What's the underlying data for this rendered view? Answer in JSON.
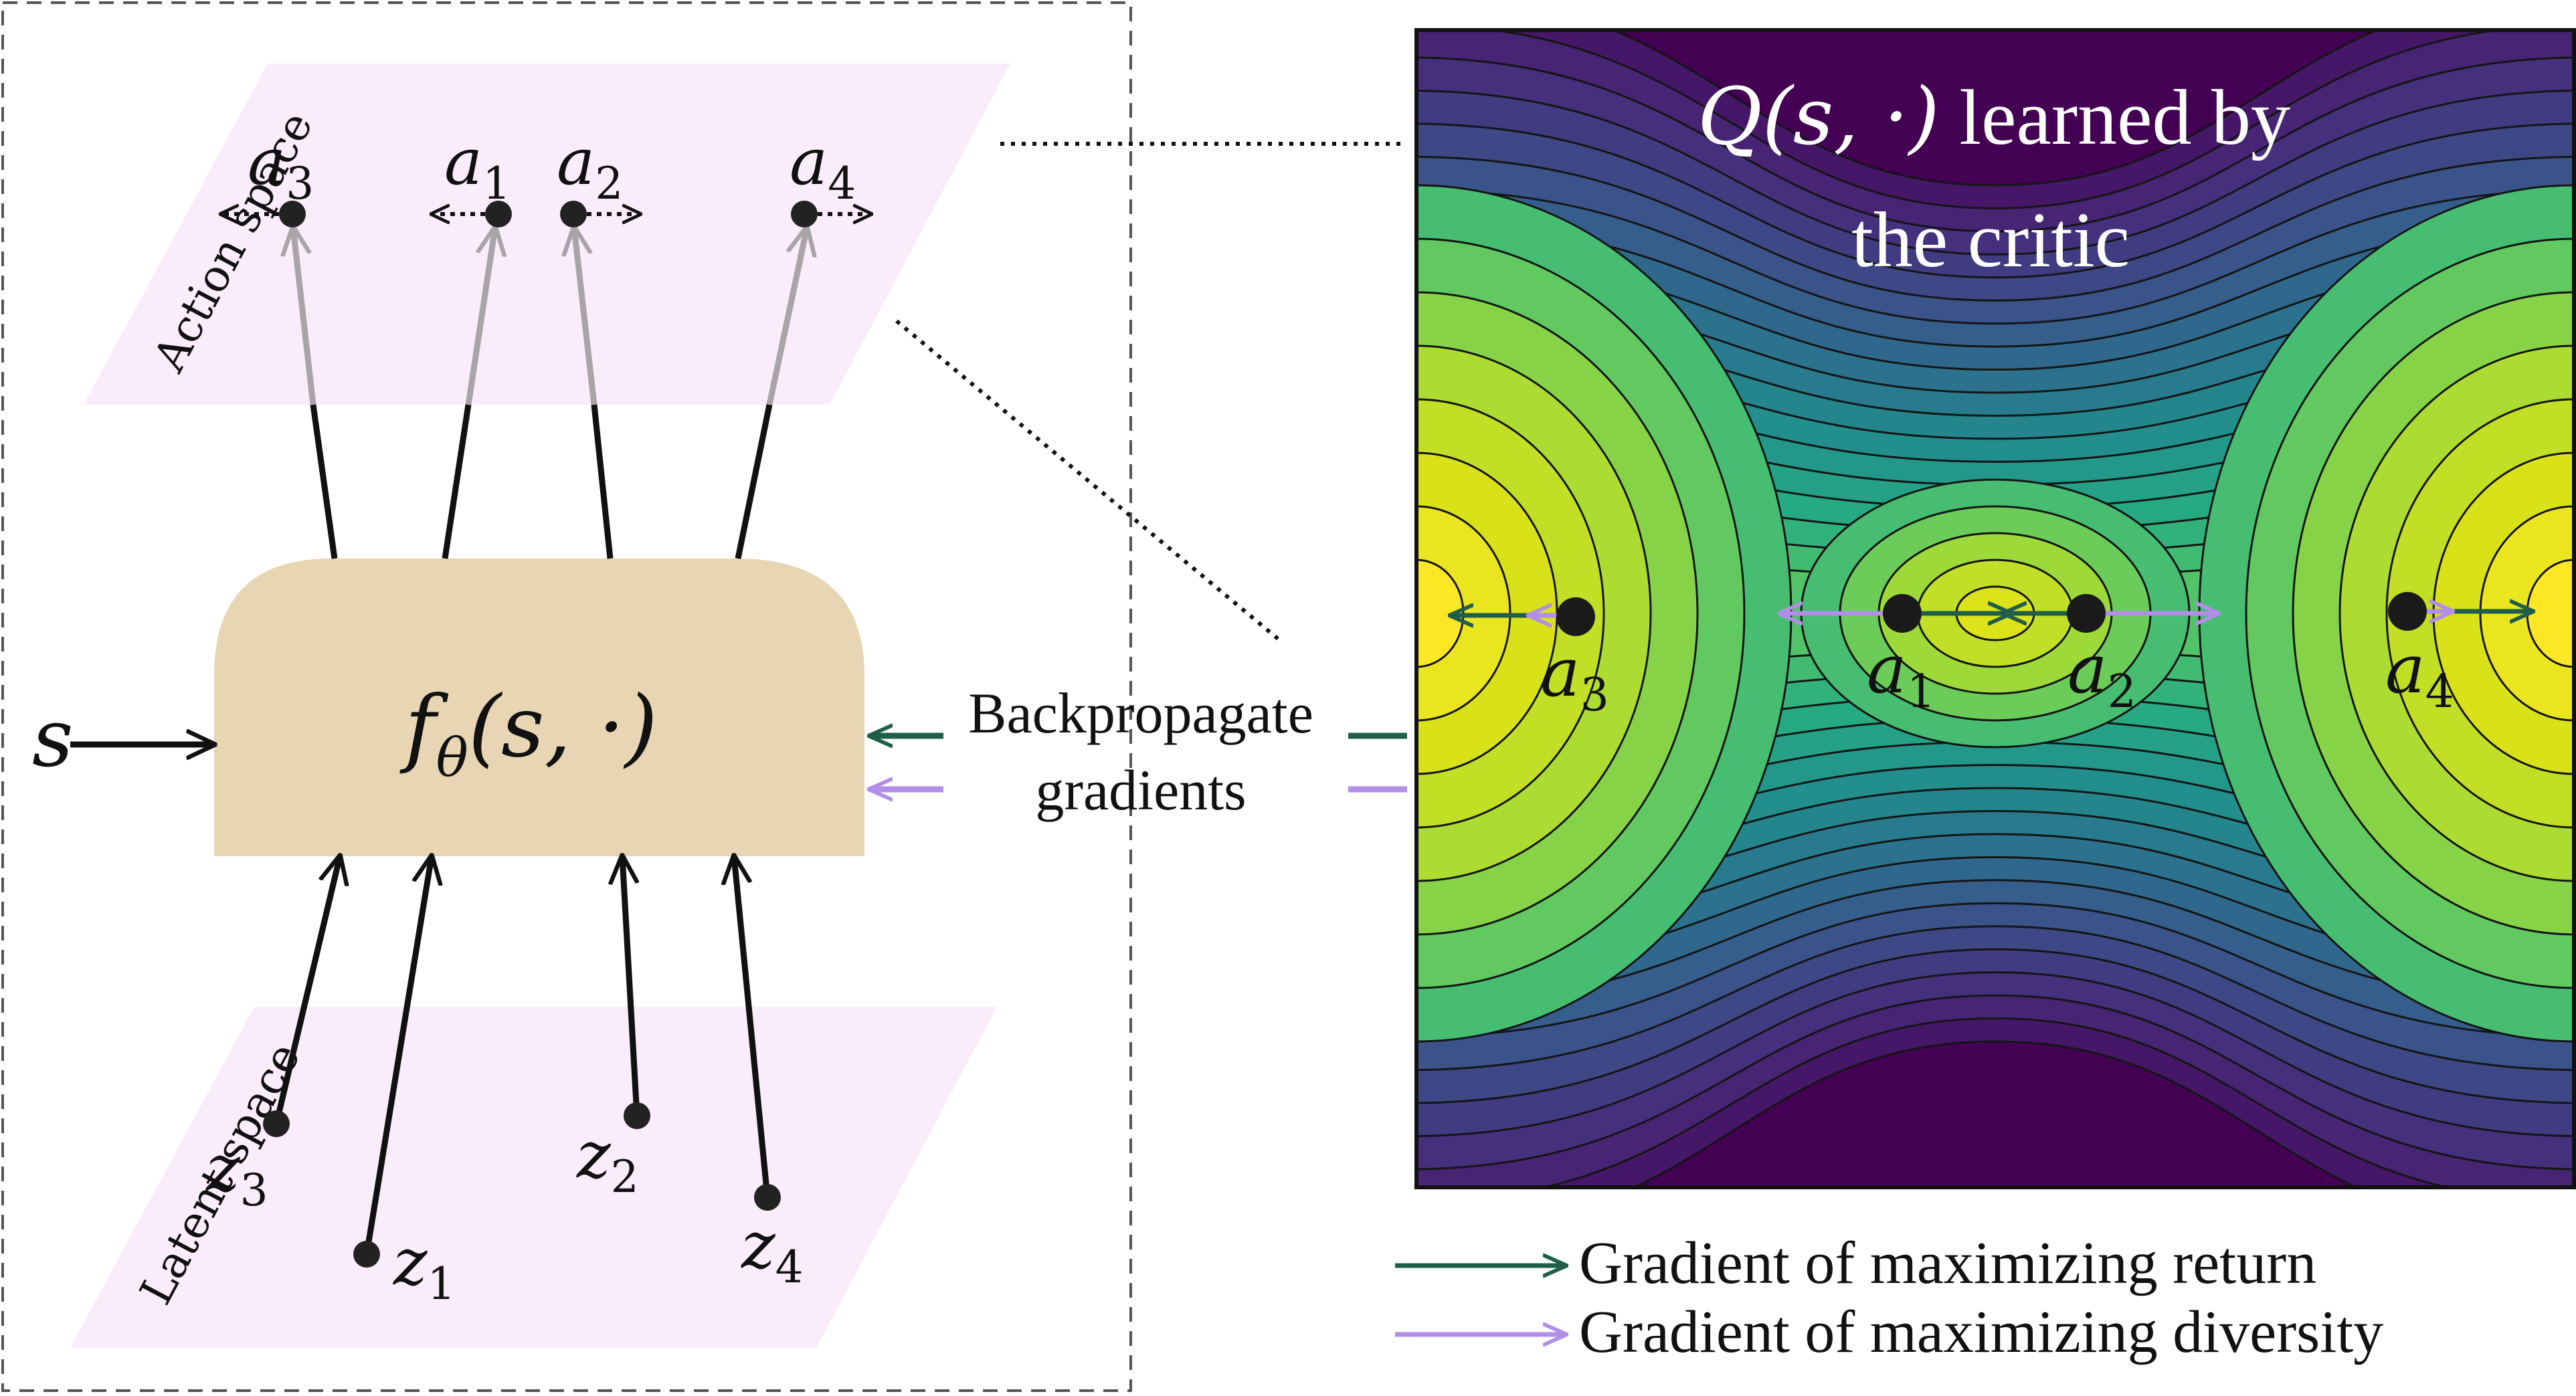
{
  "colors": {
    "space_plane": "#fbecfb",
    "network_block": "#e8d5b4",
    "return_gradient": "#1f5f4a",
    "diversity_gradient": "#b28ee8",
    "projection_arrow": "#a8a4a8",
    "contour_line": "#151515"
  },
  "left_panel": {
    "action_space_label": "Action space",
    "latent_space_label": "Latent space",
    "state_symbol": "s",
    "network_label": {
      "function": "f",
      "subscript": "θ",
      "arguments": "(s, ·)"
    },
    "actions": [
      {
        "symbol": "a",
        "index": "3"
      },
      {
        "symbol": "a",
        "index": "1"
      },
      {
        "symbol": "a",
        "index": "2"
      },
      {
        "symbol": "a",
        "index": "4"
      }
    ],
    "latents": [
      {
        "symbol": "z",
        "index": "3"
      },
      {
        "symbol": "z",
        "index": "1"
      },
      {
        "symbol": "z",
        "index": "2"
      },
      {
        "symbol": "z",
        "index": "4"
      }
    ]
  },
  "backprop": {
    "line1": "Backpropagate",
    "line2": "gradients"
  },
  "right_panel": {
    "title": {
      "q_symbol": "Q",
      "q_args": "(s, ·)",
      "line1_rest": " learned by",
      "line2": "the critic"
    },
    "actions": [
      {
        "symbol": "a",
        "index": "3"
      },
      {
        "symbol": "a",
        "index": "1"
      },
      {
        "symbol": "a",
        "index": "2"
      },
      {
        "symbol": "a",
        "index": "4"
      }
    ]
  },
  "legend": {
    "items": [
      {
        "label": "Gradient of maximizing return",
        "color": "#1f5f4a"
      },
      {
        "label": "Gradient of maximizing diversity",
        "color": "#b28ee8"
      }
    ]
  }
}
